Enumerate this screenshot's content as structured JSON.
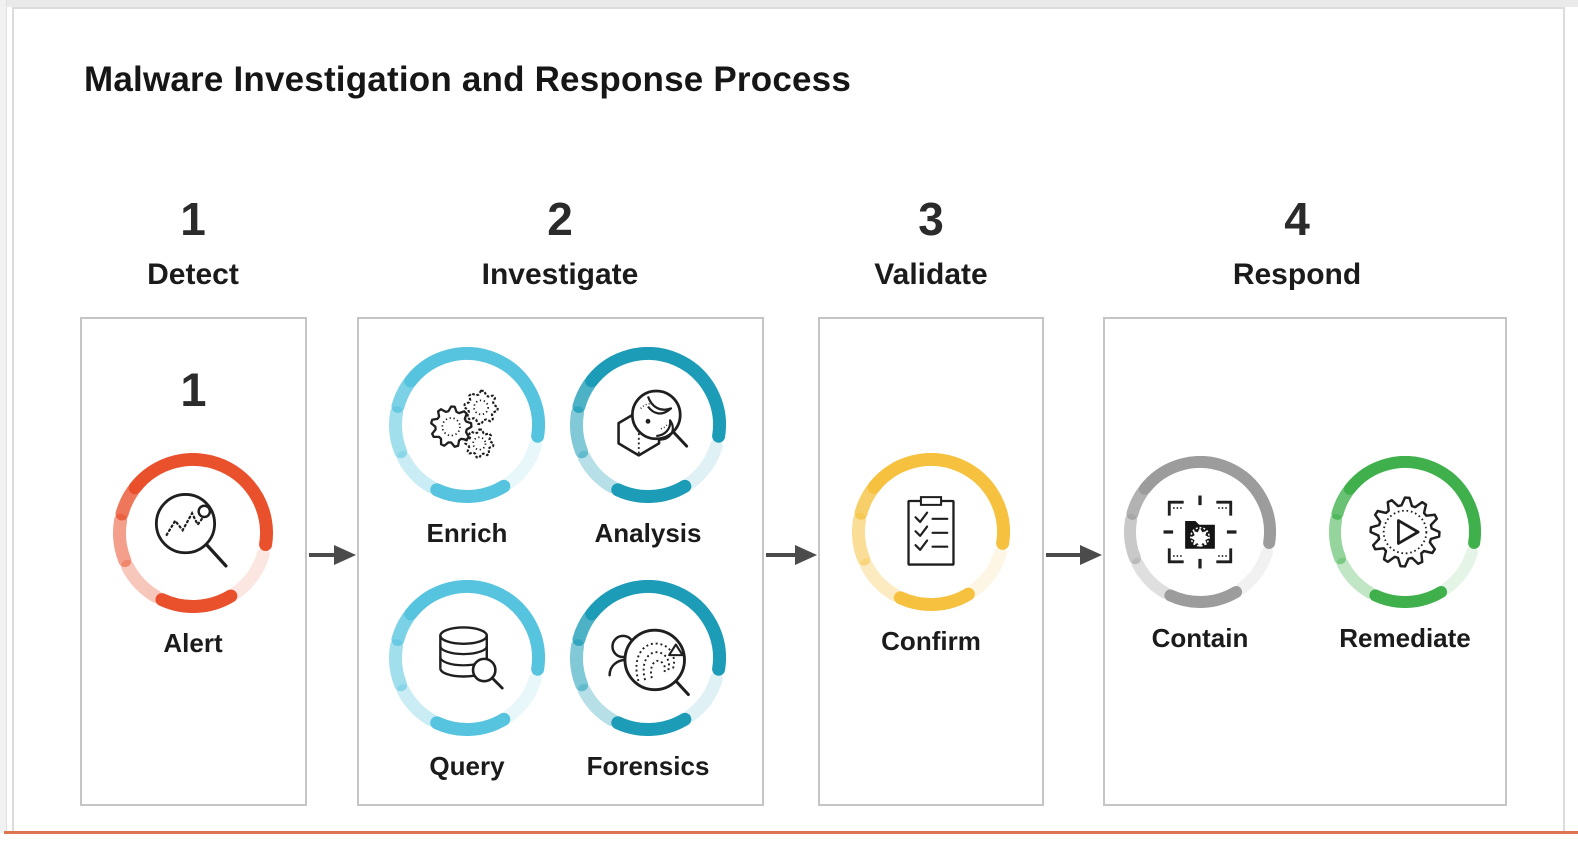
{
  "title": "Malware Investigation and Response Process",
  "colors": {
    "accent_bottom_line": "#DD7450",
    "arrow": "#4B4B4B",
    "box_border": "#C5C5C5",
    "frame_border": "#DCDCDC",
    "heading_text": "#1B1B1B",
    "icon_stroke": "#1F1F1F"
  },
  "stages": [
    {
      "number": "1",
      "label": "Detect",
      "panel_number": "1",
      "items": [
        {
          "label": "Alert",
          "icon": "alert-magnifier-icon",
          "color": "#E9502C"
        }
      ]
    },
    {
      "number": "2",
      "label": "Investigate",
      "items": [
        {
          "label": "Enrich",
          "icon": "gears-icon",
          "color": "#56C4DF"
        },
        {
          "label": "Analysis",
          "icon": "cube-magnifier-icon",
          "color": "#1C9CB7"
        },
        {
          "label": "Query",
          "icon": "database-magnifier-icon",
          "color": "#56C4DF"
        },
        {
          "label": "Forensics",
          "icon": "fingerprint-bug-magnifier-icon",
          "color": "#1C9CB7"
        }
      ]
    },
    {
      "number": "3",
      "label": "Validate",
      "items": [
        {
          "label": "Confirm",
          "icon": "checklist-clipboard-icon",
          "color": "#F5C13F"
        }
      ]
    },
    {
      "number": "4",
      "label": "Respond",
      "items": [
        {
          "label": "Contain",
          "icon": "quarantine-folder-icon",
          "color": "#9C9C9C"
        },
        {
          "label": "Remediate",
          "icon": "gear-play-icon",
          "color": "#3FB04C"
        }
      ]
    }
  ]
}
